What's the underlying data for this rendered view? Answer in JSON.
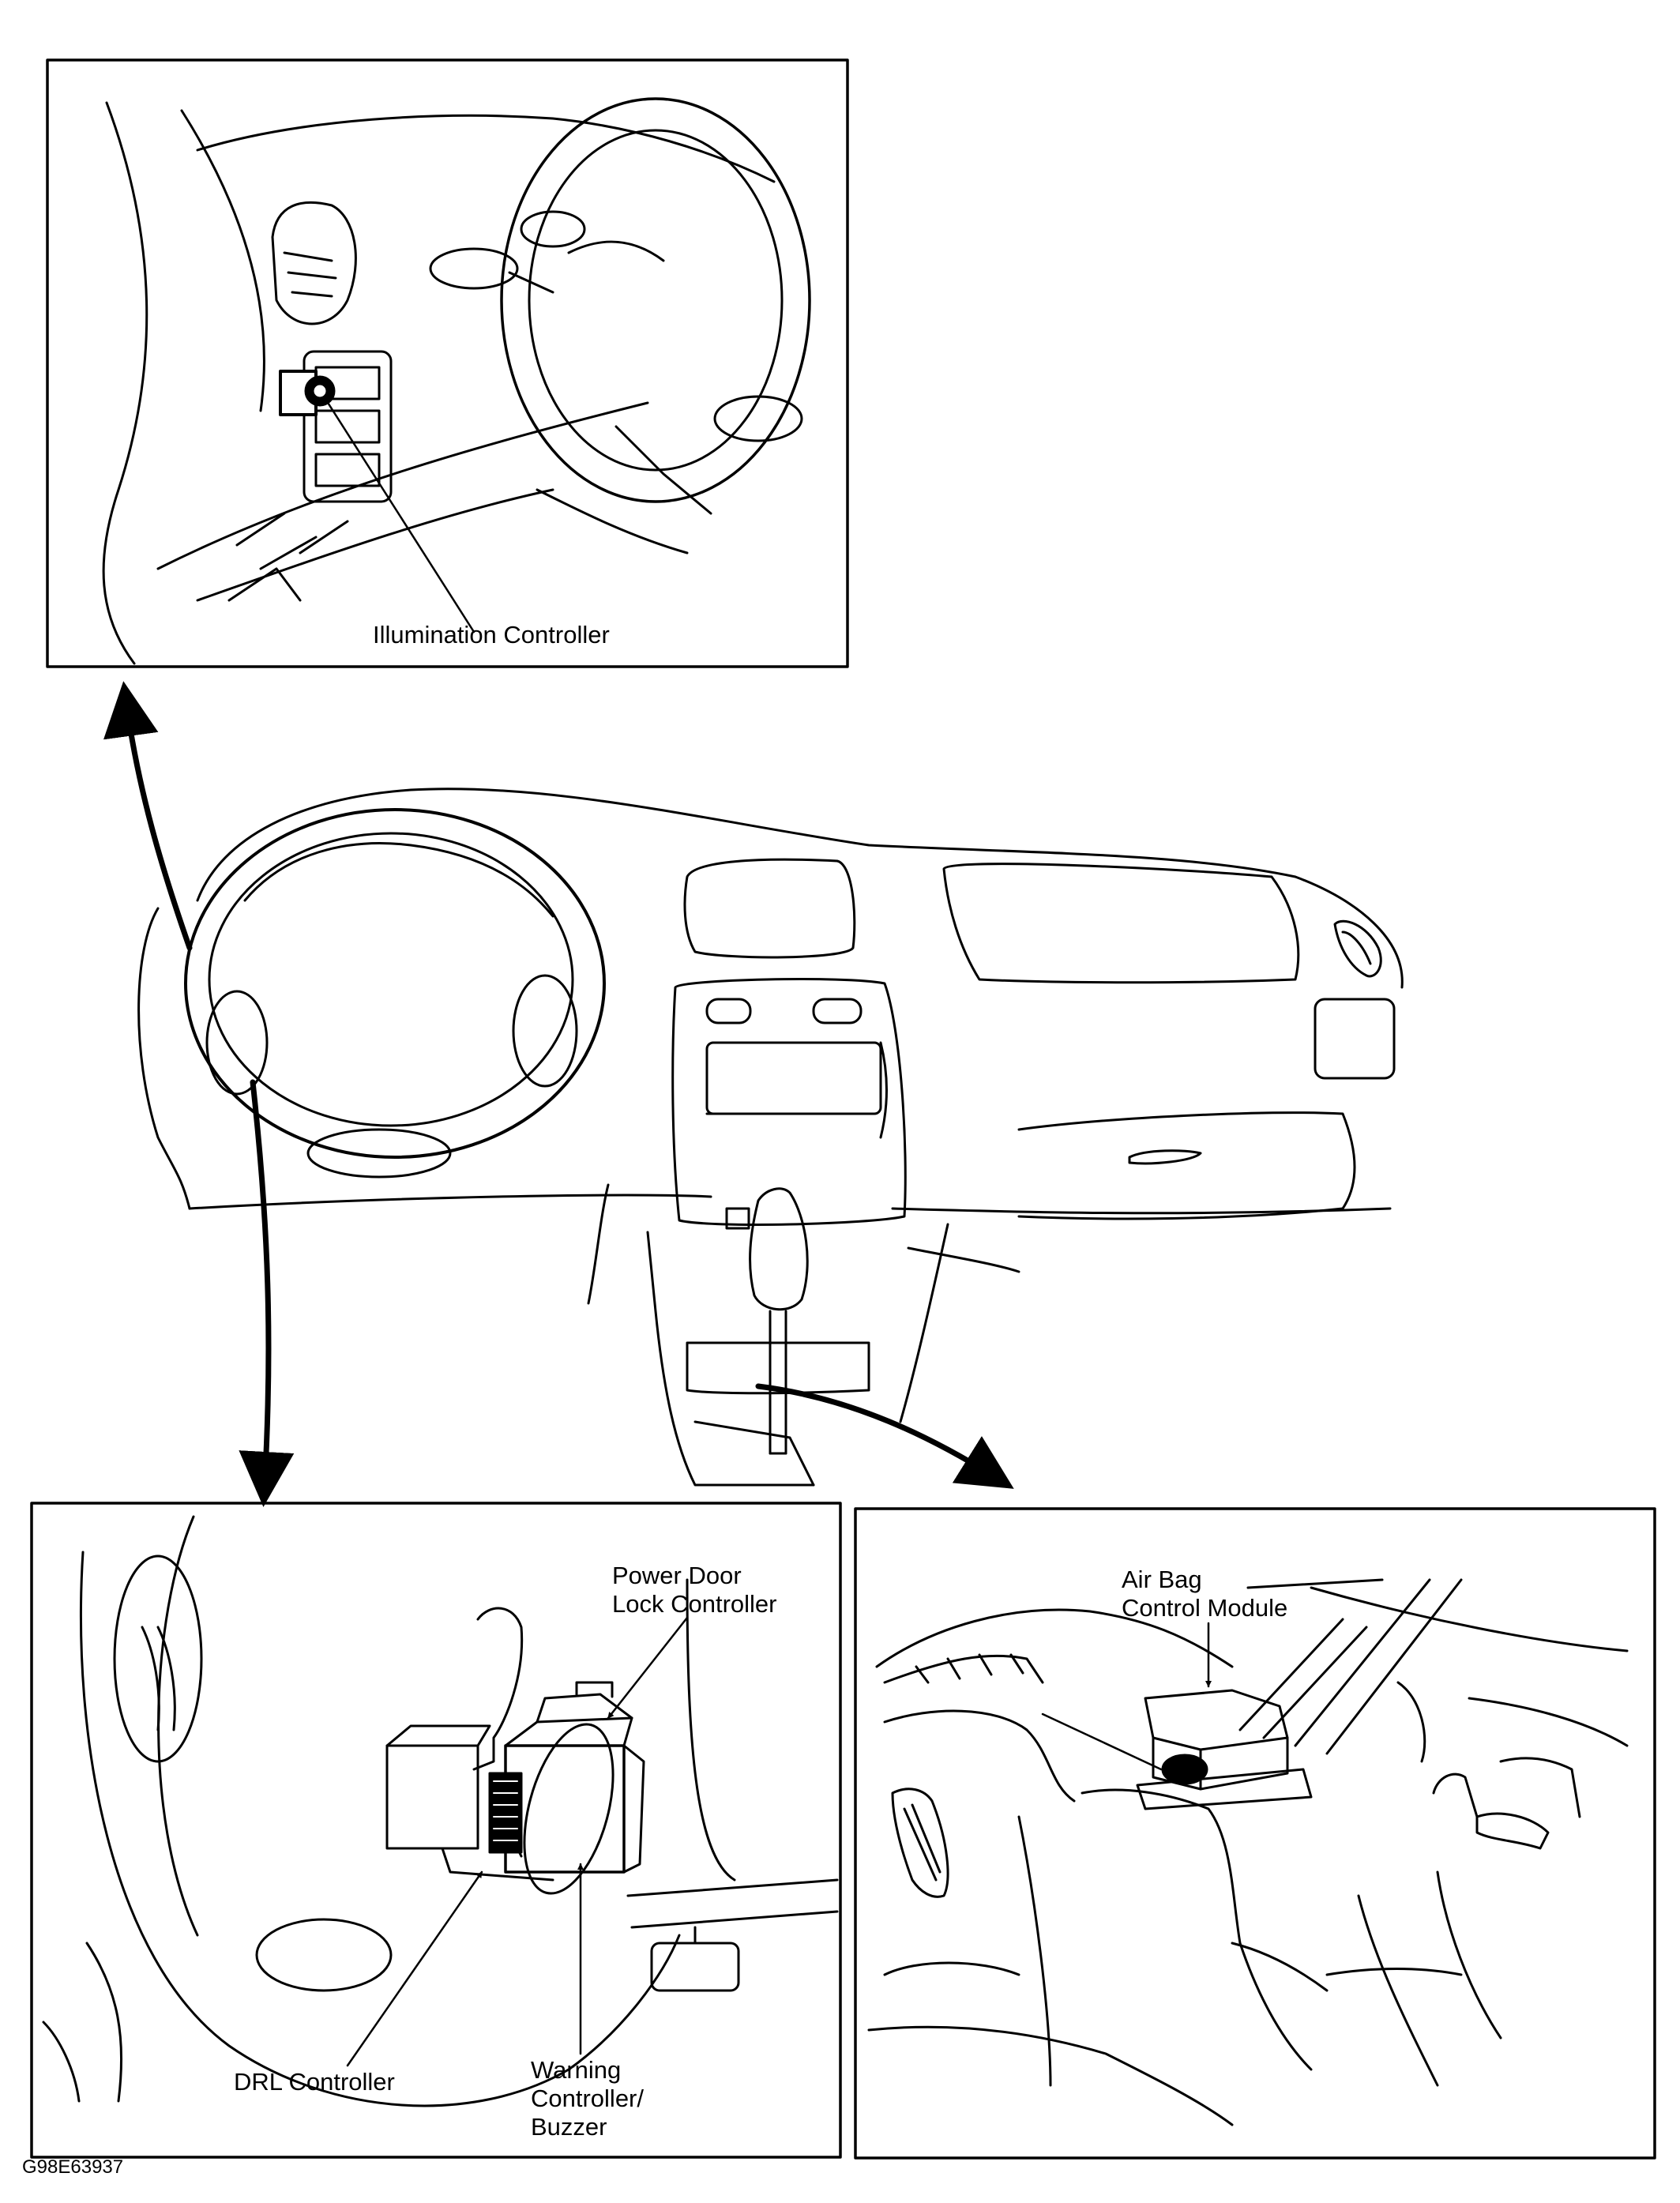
{
  "labels": {
    "illumination_controller": "Illumination Controller",
    "power_door_lock_controller": [
      "Power Door",
      "Lock Controller"
    ],
    "air_bag_control_module": [
      "Air Bag",
      "Control Module"
    ],
    "drl_controller": "DRL Controller",
    "warning_controller_buzzer": [
      "Warning",
      "Controller/",
      "Buzzer"
    ]
  },
  "figure_code": "G98E63937"
}
